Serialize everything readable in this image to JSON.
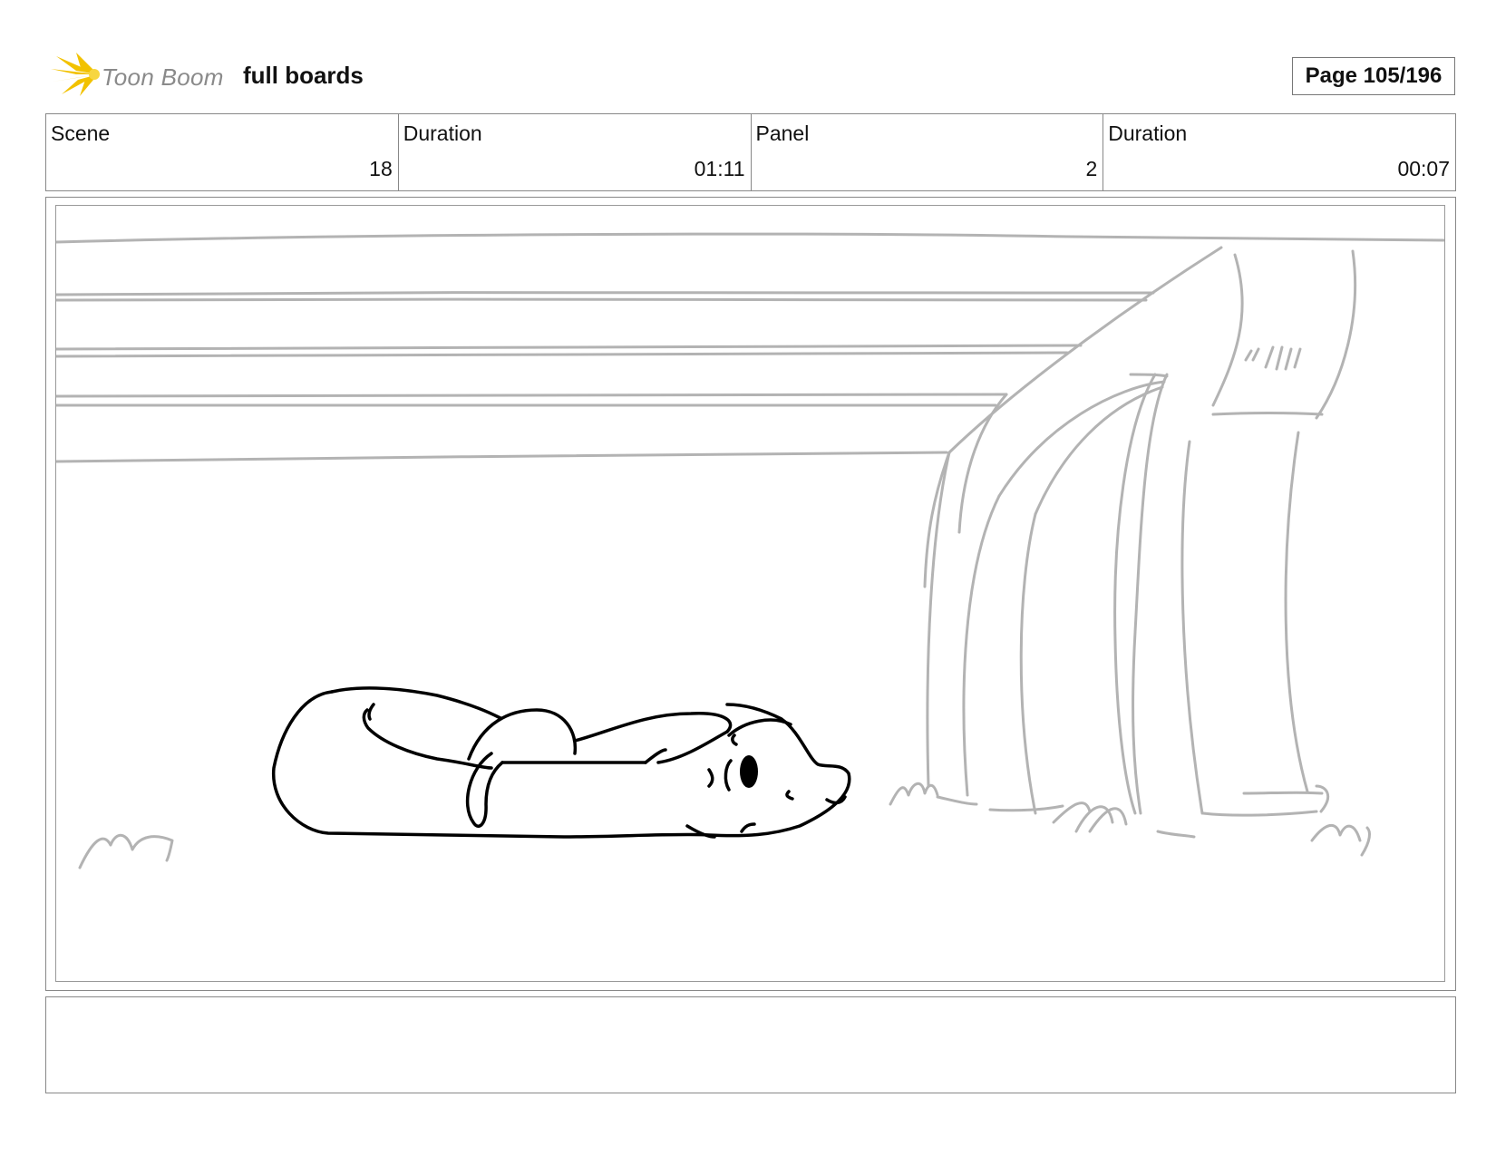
{
  "header": {
    "logo_text": "Toon Boom",
    "project_title": "full boards",
    "page_label": "Page 105/196"
  },
  "info": [
    {
      "label": "Scene",
      "value": "18"
    },
    {
      "label": "Duration",
      "value": "01:11"
    },
    {
      "label": "Panel",
      "value": "2"
    },
    {
      "label": "Duration",
      "value": "00:07"
    }
  ],
  "colors": {
    "logo_accent": "#f2c200",
    "sketch_background": "#b3b3b3",
    "sketch_character": "#000000"
  },
  "notes": ""
}
